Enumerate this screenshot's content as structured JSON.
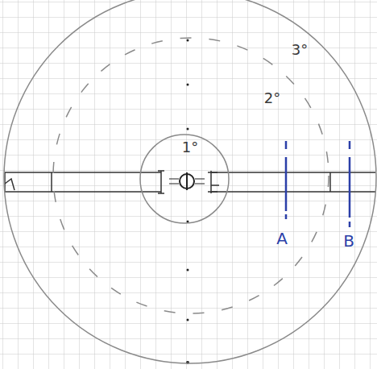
{
  "diagram": {
    "nodes": [
      {
        "text": [
          "3°"
        ]
      },
      {
        "text": [
          "2°"
        ],
        "in": 0
      },
      {
        "text": [
          "1°"
        ],
        "in": 1
      }
    ],
    "labels": [
      "A",
      "B"
    ]
  }
}
